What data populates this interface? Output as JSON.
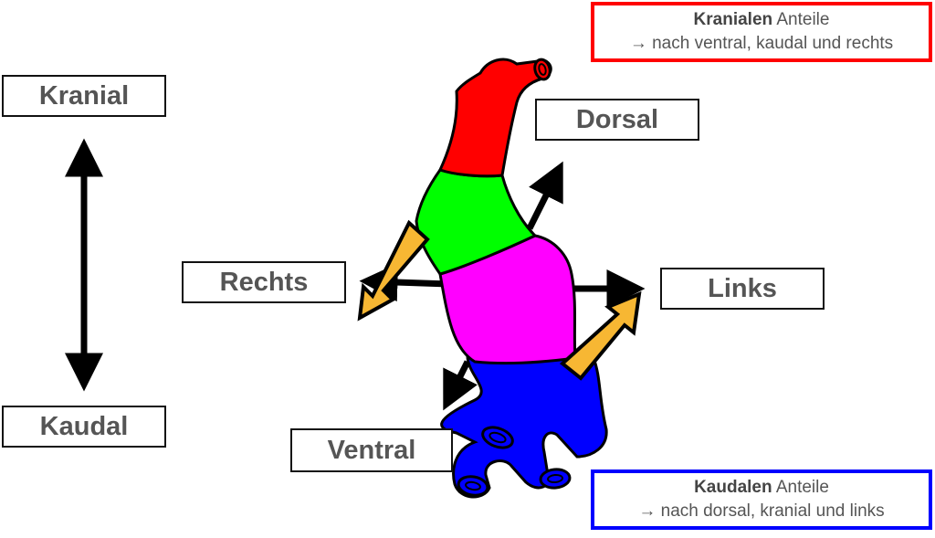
{
  "labels": {
    "kranial": "Kranial",
    "kaudal": "Kaudal",
    "dorsal": "Dorsal",
    "rechts": "Rechts",
    "links": "Links",
    "ventral": "Ventral"
  },
  "info_top": {
    "bold": "Kranialen",
    "rest": " Anteile",
    "line2": "→ nach ventral, kaudal und rechts"
  },
  "info_bottom": {
    "bold": "Kaudalen",
    "rest": " Anteile",
    "line2": "→ nach dorsal, kranial und links"
  },
  "colors": {
    "segment_cranial": "#ff0000",
    "segment_second": "#00ff00",
    "segment_third": "#ff00ff",
    "segment_caudal": "#0000ff",
    "rotation_arrow": "#f7b733",
    "info_top_border": "#ff0000",
    "info_bottom_border": "#0000ff"
  }
}
